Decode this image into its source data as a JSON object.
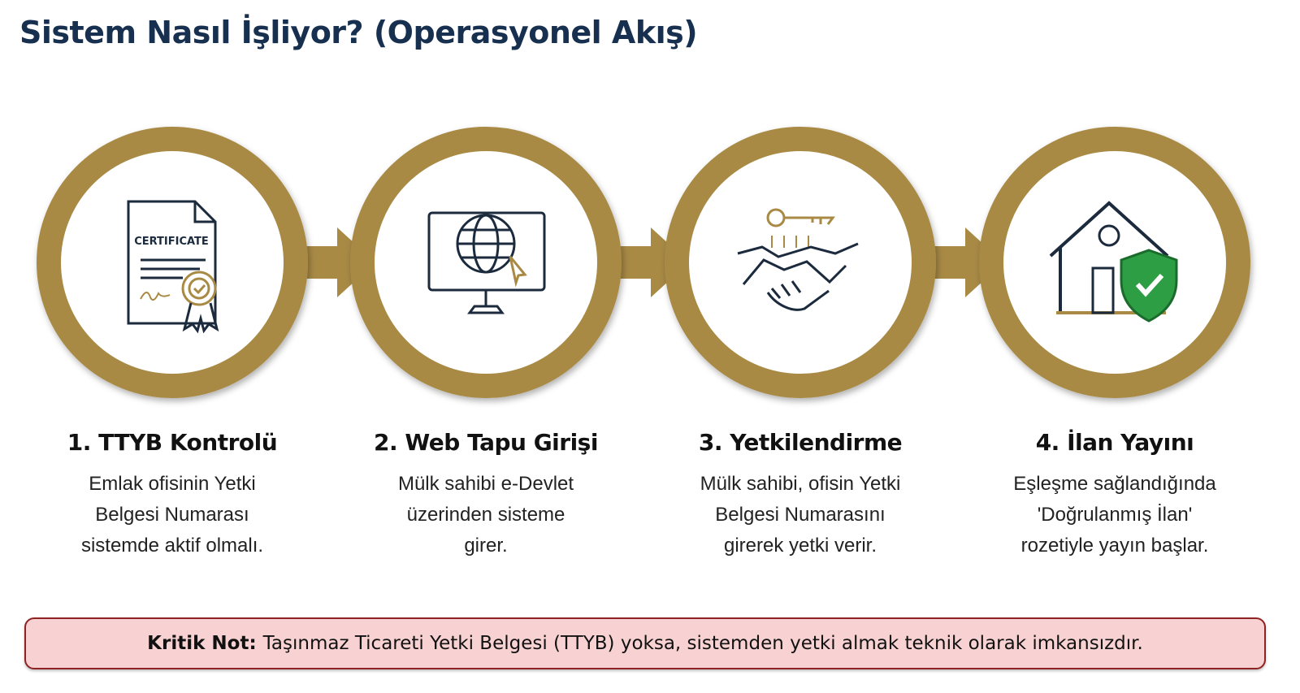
{
  "title": "Sistem Nasıl İşliyor? (Operasyonel Akış)",
  "colors": {
    "gold": "#a88a45",
    "navy": "#17304f",
    "note_bg": "#f8d2d2",
    "note_border": "#8e2323",
    "shield": "#2e9e45"
  },
  "steps": [
    {
      "icon": "certificate-icon",
      "icon_text": "CERTIFICATE",
      "title": "1. TTYB Kontrolü",
      "lines": [
        "Emlak ofisinin Yetki",
        "Belgesi Numarası",
        "sistemde aktif olmalı."
      ]
    },
    {
      "icon": "web-monitor-icon",
      "title": "2. Web Tapu Girişi",
      "lines": [
        "Mülk sahibi e-Devlet",
        "üzerinden sisteme",
        "girer."
      ]
    },
    {
      "icon": "handshake-key-icon",
      "title": "3. Yetkilendirme",
      "lines": [
        "Mülk sahibi, ofisin Yetki",
        "Belgesi Numarasını",
        "girerek yetki verir."
      ]
    },
    {
      "icon": "house-shield-icon",
      "title": "4. İlan Yayını",
      "lines": [
        "Eşleşme sağlandığında",
        "'Doğrulanmış İlan'",
        "rozetiyle yayın başlar."
      ]
    }
  ],
  "note": {
    "label": "Kritik Not:",
    "text": "Taşınmaz Ticareti Yetki Belgesi (TTYB) yoksa, sistemden yetki almak teknik olarak imkansızdır."
  }
}
